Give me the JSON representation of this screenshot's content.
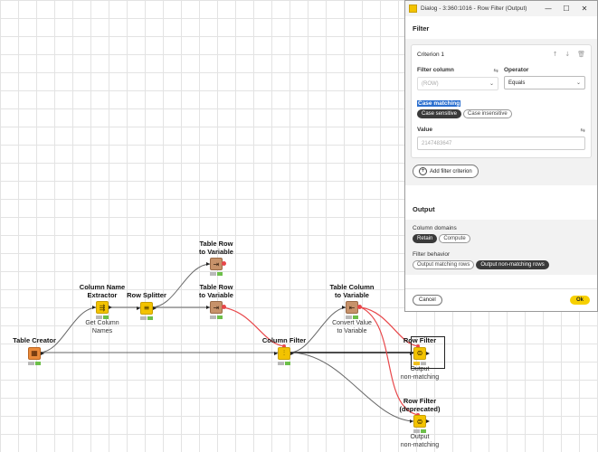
{
  "workflow": {
    "nodes": {
      "table_creator": {
        "title": "Table Creator",
        "icon": "table-creator-icon"
      },
      "column_name_extractor": {
        "title_line1": "Column Name",
        "title_line2": "Extractor",
        "sub_line1": "Get Column",
        "sub_line2": "Names",
        "icon": "column-name-extractor-icon"
      },
      "row_splitter": {
        "title": "Row Splitter",
        "icon": "row-splitter-icon"
      },
      "table_row_to_variable_top": {
        "title_line1": "Table Row",
        "title_line2": "to Variable",
        "icon": "table-row-to-variable-icon"
      },
      "table_row_to_variable_mid": {
        "title_line1": "Table Row",
        "title_line2": "to Variable",
        "icon": "table-row-to-variable-icon"
      },
      "column_filter": {
        "title": "Column Filter",
        "icon": "column-filter-icon"
      },
      "table_column_to_variable": {
        "title_line1": "Table Column",
        "title_line2": "to Variable",
        "sub_line1": "Convert Value",
        "sub_line2": "to Variable",
        "icon": "table-column-to-variable-icon"
      },
      "row_filter": {
        "title": "Row Filter",
        "sub_line1": "Output",
        "sub_line2": "non-matching",
        "icon": "row-filter-icon"
      },
      "row_filter_deprecated": {
        "title_line1": "Row Filter",
        "title_line2": "(deprecated)",
        "sub_line1": "Output",
        "sub_line2": "non-matching",
        "icon": "row-filter-icon"
      }
    },
    "colors": {
      "data_wire": "#555555",
      "variable_wire": "#e8474a",
      "selected_wire": "#111111"
    }
  },
  "dialog": {
    "window_title": "Dialog - 3:360:1016 - Row Filter (Output)",
    "window_buttons": {
      "minimize": "—",
      "maximize": "☐",
      "close": "✕"
    },
    "filter_section": "Filter",
    "criterion": {
      "title": "Criterion 1",
      "filter_column_label": "Filter column",
      "filter_column_value": "(ROW)",
      "operator_label": "Operator",
      "operator_value": "Equals",
      "case_matching_label": "Case matching",
      "case_sensitive": "Case sensitive",
      "case_insensitive": "Case insensitive",
      "value_label": "Value",
      "value_placeholder": "2147483647"
    },
    "add_filter_criterion": "Add filter criterion",
    "output_section": "Output",
    "column_domains_label": "Column domains",
    "retain": "Retain",
    "compute": "Compute",
    "filter_behavior_label": "Filter behavior",
    "output_matching_rows": "Output matching rows",
    "output_non_matching_rows": "Output non-matching rows",
    "cancel": "Cancel",
    "ok": "Ok"
  }
}
